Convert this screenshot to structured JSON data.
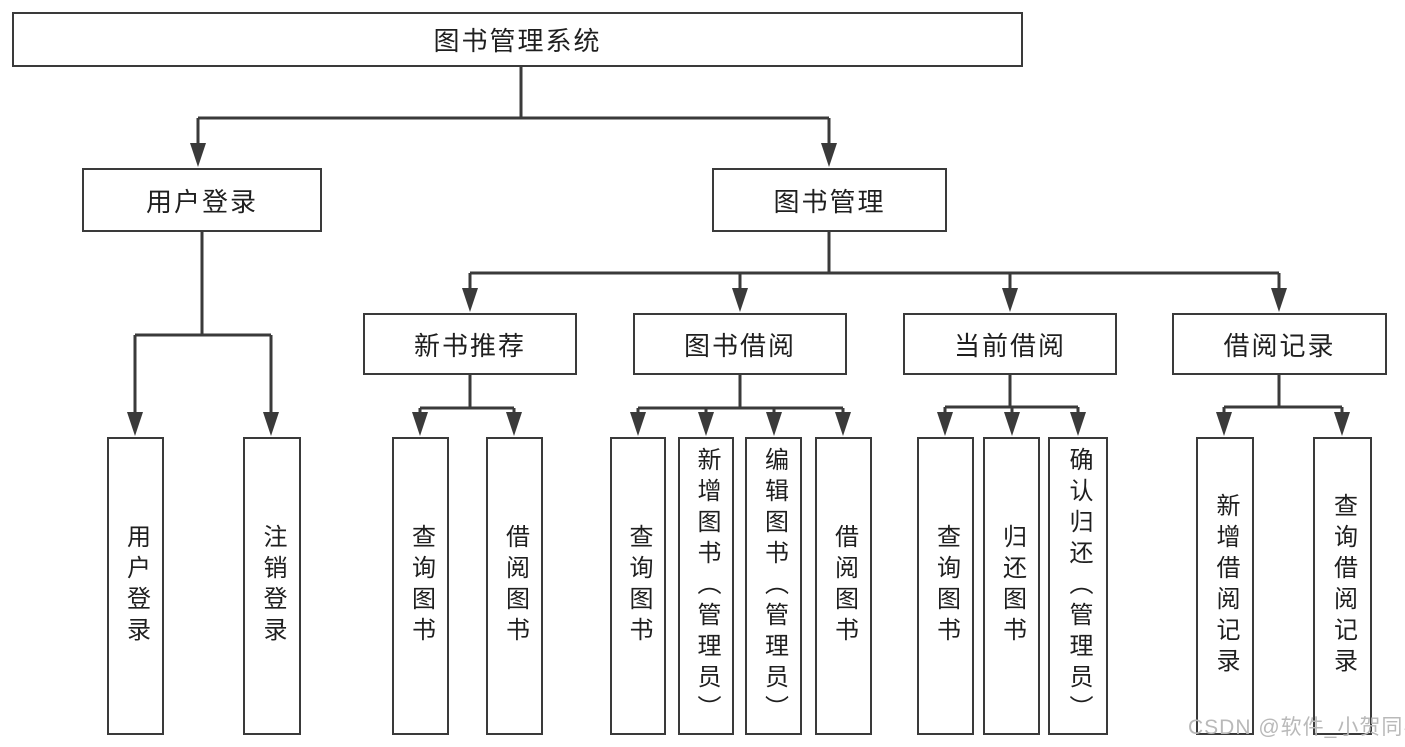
{
  "diagram": {
    "title": "图书管理系统",
    "root": {
      "label": "图书管理系统"
    },
    "level2": [
      {
        "label": "用户登录"
      },
      {
        "label": "图书管理"
      }
    ],
    "level3": [
      {
        "label": "新书推荐",
        "parent": "图书管理"
      },
      {
        "label": "图书借阅",
        "parent": "图书管理"
      },
      {
        "label": "当前借阅",
        "parent": "图书管理"
      },
      {
        "label": "借阅记录",
        "parent": "图书管理"
      }
    ],
    "leaves": [
      {
        "label": "用户登录",
        "parent": "用户登录"
      },
      {
        "label": "注销登录",
        "parent": "用户登录"
      },
      {
        "label": "查询图书",
        "parent": "新书推荐"
      },
      {
        "label": "借阅图书",
        "parent": "新书推荐"
      },
      {
        "label": "查询图书",
        "parent": "图书借阅"
      },
      {
        "label": "新增图书（管理员）",
        "parent": "图书借阅"
      },
      {
        "label": "编辑图书（管理员）",
        "parent": "图书借阅"
      },
      {
        "label": "借阅图书",
        "parent": "图书借阅"
      },
      {
        "label": "查询图书",
        "parent": "当前借阅"
      },
      {
        "label": "归还图书",
        "parent": "当前借阅"
      },
      {
        "label": "确认归还（管理员）",
        "parent": "当前借阅"
      },
      {
        "label": "新增借阅记录",
        "parent": "借阅记录"
      },
      {
        "label": "查询借阅记录",
        "parent": "借阅记录"
      }
    ]
  },
  "watermark": "CSDN @软件_小贺同学",
  "colors": {
    "line": "#3a3a3a",
    "box_border": "#3a3a3a",
    "text": "#1f1f1f",
    "watermark": "#b9b9b9",
    "background": "#ffffff"
  }
}
